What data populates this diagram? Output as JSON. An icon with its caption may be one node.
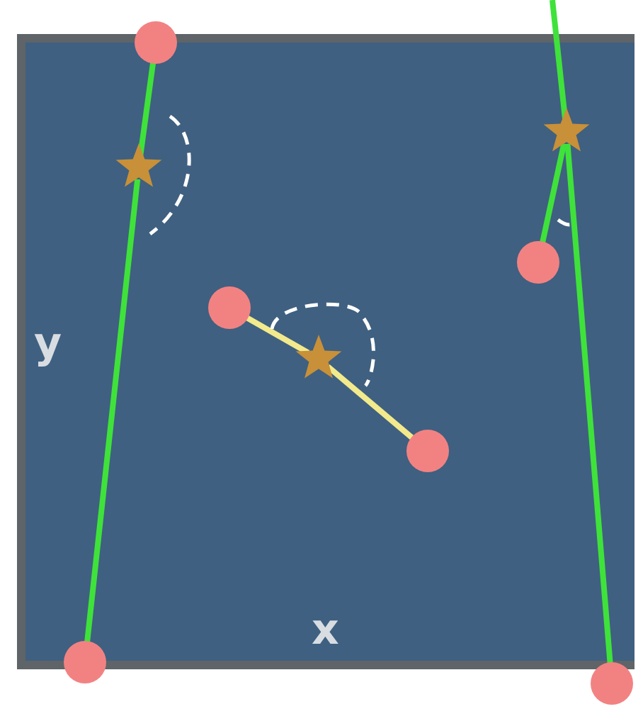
{
  "diagram": {
    "nodes": [
      {
        "text": [],
        "shape": "circle"
      },
      {
        "text": [],
        "shape": "star"
      },
      {
        "text": [],
        "shape": "star"
      },
      {
        "text": [],
        "shape": "circle"
      },
      {
        "text": [],
        "shape": "circle"
      },
      {
        "text": [],
        "shape": "star"
      },
      {
        "text": [],
        "shape": "circle"
      },
      {
        "text": [],
        "shape": "circle"
      },
      {
        "text": [],
        "shape": "circle"
      }
    ],
    "edges": [
      {
        "from": 0,
        "to": 2,
        "arrow": "none"
      },
      {
        "from": 2,
        "to": 7,
        "arrow": "none"
      },
      {
        "from": null,
        "to": 1,
        "arrow": "none"
      },
      {
        "from": 1,
        "to": 8,
        "arrow": "none"
      },
      {
        "from": 1,
        "to": 3,
        "arrow": "none"
      },
      {
        "from": 4,
        "to": 5,
        "arrow": "none",
        "color": "#f2ea8c"
      },
      {
        "from": 5,
        "to": 6,
        "arrow": "none",
        "color": "#f2ea8c"
      }
    ],
    "labels": [
      "y",
      "x"
    ]
  }
}
